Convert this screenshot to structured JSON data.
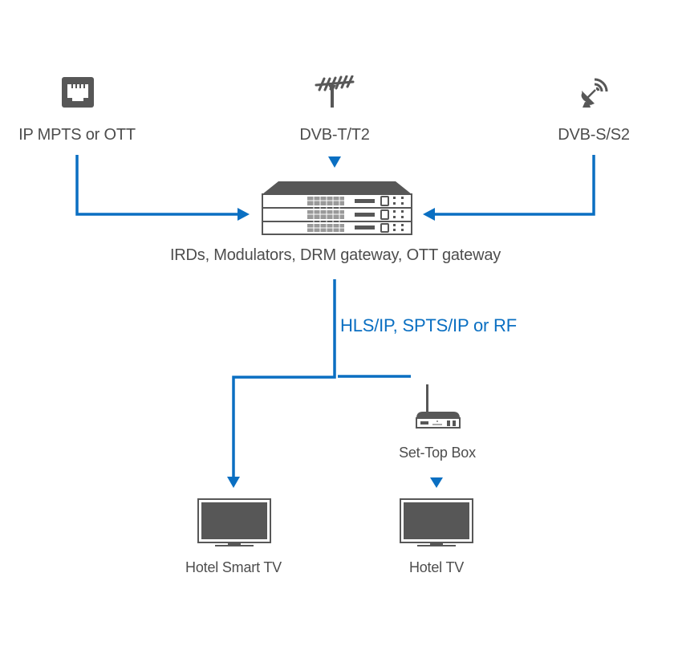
{
  "colors": {
    "flow": "#0a6fc2",
    "icon": "#575757",
    "text": "#4d4d4d"
  },
  "sources": [
    {
      "label": "IP MPTS or OTT",
      "icon": "ethernet-port-icon"
    },
    {
      "label": "DVB-T/T2",
      "icon": "antenna-icon"
    },
    {
      "label": "DVB-S/S2",
      "icon": "satellite-dish-icon"
    }
  ],
  "headend": {
    "label": "IRDs, Modulators, DRM gateway, OTT gateway",
    "icon": "rack-equipment-icon"
  },
  "distribution": {
    "label": "HLS/IP, SPTS/IP or RF"
  },
  "stb": {
    "label": "Set-Top Box",
    "icon": "set-top-box-icon"
  },
  "endpoints": [
    {
      "label": "Hotel Smart TV",
      "icon": "tv-icon"
    },
    {
      "label": "Hotel TV",
      "icon": "tv-icon"
    }
  ]
}
